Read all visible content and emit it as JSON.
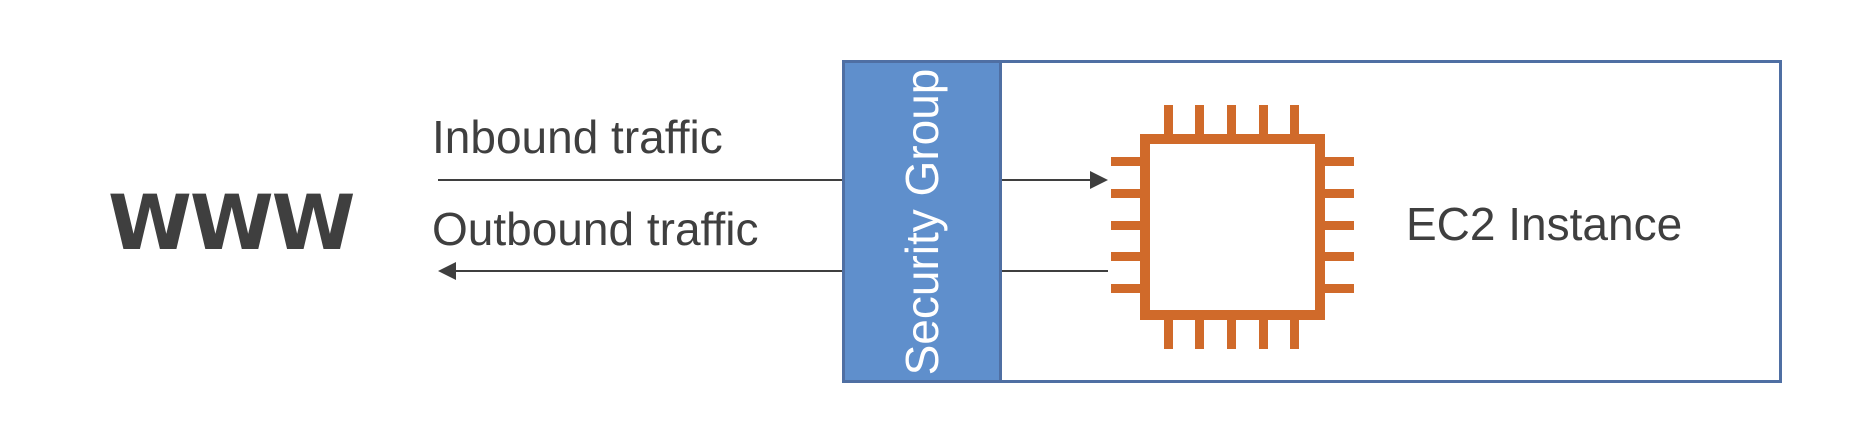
{
  "diagram": {
    "www_label": "WWW",
    "inbound_label": "Inbound traffic",
    "outbound_label": "Outbound traffic",
    "security_group_label": "Security Group",
    "instance_label": "EC2 Instance",
    "colors": {
      "text": "#3f3f3f",
      "security_group_fill": "#5f8fcc",
      "border": "#4f6fa3",
      "chip": "#d06a2a"
    },
    "icons": {
      "instance": "processor-chip-icon"
    }
  }
}
